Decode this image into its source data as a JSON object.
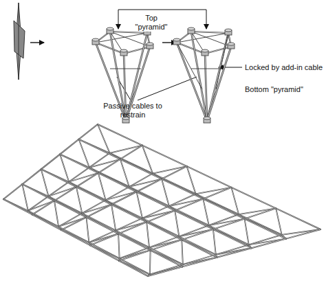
{
  "diagram": {
    "labels": [
      "Top \"pyramid\"",
      "Locked by add-in cable",
      "Bottom \"pyramid\"",
      "Passive cables to restrain"
    ]
  }
}
